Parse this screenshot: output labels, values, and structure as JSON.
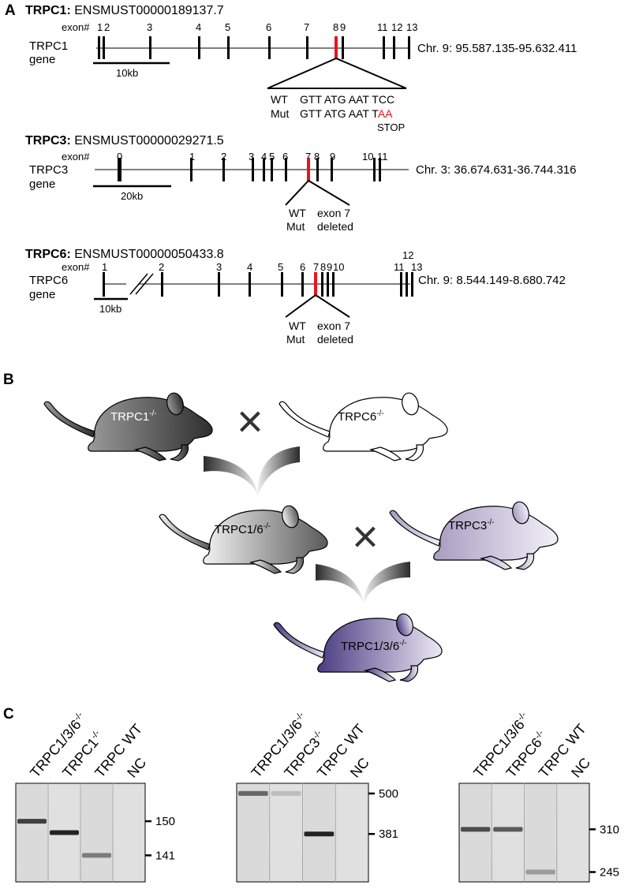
{
  "panel_a": {
    "letter": "A",
    "genes": [
      {
        "title_bold": "TRPC1:",
        "title_id": "ENSMUST00000189137.7",
        "exon_label": "exon#",
        "gene_label_1": "TRPC1",
        "gene_label_2": "gene",
        "exon_numbers": [
          "1",
          "2",
          "3",
          "4",
          "5",
          "6",
          "7",
          "8",
          "9",
          "11",
          "12",
          "13"
        ],
        "highlighted_exon": "8",
        "chromosome": "Chr. 9: 95.587.135-95.632.411",
        "scale_label": "10kb",
        "mutation_rows": [
          {
            "genotype": "WT",
            "seq_normal": "GTT ATG AAT TCC",
            "seq_red": ""
          },
          {
            "genotype": "Mut",
            "seq_normal": "GTT ATG AAT T",
            "seq_red": "AA"
          }
        ],
        "stop_label": "STOP"
      },
      {
        "title_bold": "TRPC3:",
        "title_id": "ENSMUST00000029271.5",
        "exon_label": "exon#",
        "gene_label_1": "TRPC3",
        "gene_label_2": "gene",
        "exon_numbers": [
          "0",
          "1",
          "2",
          "3",
          "4",
          "5",
          "6",
          "7",
          "8",
          "9",
          "10",
          "11"
        ],
        "highlighted_exon": "7",
        "chromosome": "Chr. 3: 36.674.631-36.744.316",
        "scale_label": "20kb",
        "deletion": {
          "genotypes": [
            "WT",
            "Mut"
          ],
          "lines": [
            "exon 7",
            "deleted"
          ]
        }
      },
      {
        "title_bold": "TRPC6:",
        "title_id": "ENSMUST00000050433.8",
        "exon_label": "exon#",
        "gene_label_1": "TRPC6",
        "gene_label_2": "gene",
        "exon_numbers": [
          "1",
          "2",
          "3",
          "4",
          "5",
          "6",
          "7",
          "8",
          "9",
          "10",
          "11",
          "12",
          "13"
        ],
        "highlighted_exon": "7",
        "chromosome": "Chr. 9: 8.544.149-8.680.742",
        "scale_label": "10kb",
        "deletion": {
          "genotypes": [
            "WT",
            "Mut"
          ],
          "lines": [
            "exon 7",
            "deleted"
          ]
        }
      }
    ]
  },
  "panel_b": {
    "letter": "B",
    "mice": [
      {
        "label": "TRPC1",
        "superscript": "-/-",
        "fill_dark": "#2f2f2f",
        "fill_light": "#9a9a9a"
      },
      {
        "label": "TRPC6",
        "superscript": "-/-",
        "fill_dark": "#ffffff",
        "fill_light": "#ffffff"
      },
      {
        "label": "TRPC1/6",
        "superscript": "-/-",
        "fill_dark": "#5a5a5a",
        "fill_light": "#f2f2f2"
      },
      {
        "label": "TRPC3",
        "superscript": "-/-",
        "fill_dark": "#a89cc0",
        "fill_light": "#f3f0f8"
      },
      {
        "label": "TRPC1/3/6",
        "superscript": "-/-",
        "fill_dark": "#4a3c82",
        "fill_light": "#ece8f4"
      }
    ],
    "cross_symbol": "×"
  },
  "panel_c": {
    "letter": "C",
    "gels": [
      {
        "lanes": [
          {
            "label": "TRPC1/3/6",
            "superscript": "-/-",
            "band_bp": 150,
            "intensity": 0.85
          },
          {
            "label": "TRPC1",
            "superscript": "-/-",
            "band_bp": 147,
            "intensity": 0.95
          },
          {
            "label": "TRPC WT",
            "superscript": "",
            "band_bp": 141,
            "intensity": 0.6
          },
          {
            "label": "NC",
            "superscript": "",
            "band_bp": null,
            "intensity": 0
          }
        ],
        "markers": [
          {
            "label": "150",
            "bp": 150
          },
          {
            "label": "141",
            "bp": 141
          }
        ],
        "bp_range": [
          160,
          134
        ]
      },
      {
        "lanes": [
          {
            "label": "TRPC1/3/6",
            "superscript": "-/-",
            "band_bp": 500,
            "intensity": 0.7
          },
          {
            "label": "TRPC3",
            "superscript": "-/-",
            "band_bp": 500,
            "intensity": 0.25
          },
          {
            "label": "TRPC WT",
            "superscript": "",
            "band_bp": 381,
            "intensity": 0.95
          },
          {
            "label": "NC",
            "superscript": "",
            "band_bp": null,
            "intensity": 0
          }
        ],
        "markers": [
          {
            "label": "500",
            "bp": 500
          },
          {
            "label": "381",
            "bp": 381
          }
        ],
        "bp_range": [
          530,
          240
        ]
      },
      {
        "lanes": [
          {
            "label": "TRPC1/3/6",
            "superscript": "-/-",
            "band_bp": 310,
            "intensity": 0.8
          },
          {
            "label": "TRPC6",
            "superscript": "-/-",
            "band_bp": 310,
            "intensity": 0.75
          },
          {
            "label": "TRPC WT",
            "superscript": "",
            "band_bp": 245,
            "intensity": 0.45
          },
          {
            "label": "NC",
            "superscript": "",
            "band_bp": null,
            "intensity": 0
          }
        ],
        "markers": [
          {
            "label": "310",
            "bp": 310
          },
          {
            "label": "245",
            "bp": 245
          }
        ],
        "bp_range": [
          380,
          230
        ]
      }
    ]
  }
}
